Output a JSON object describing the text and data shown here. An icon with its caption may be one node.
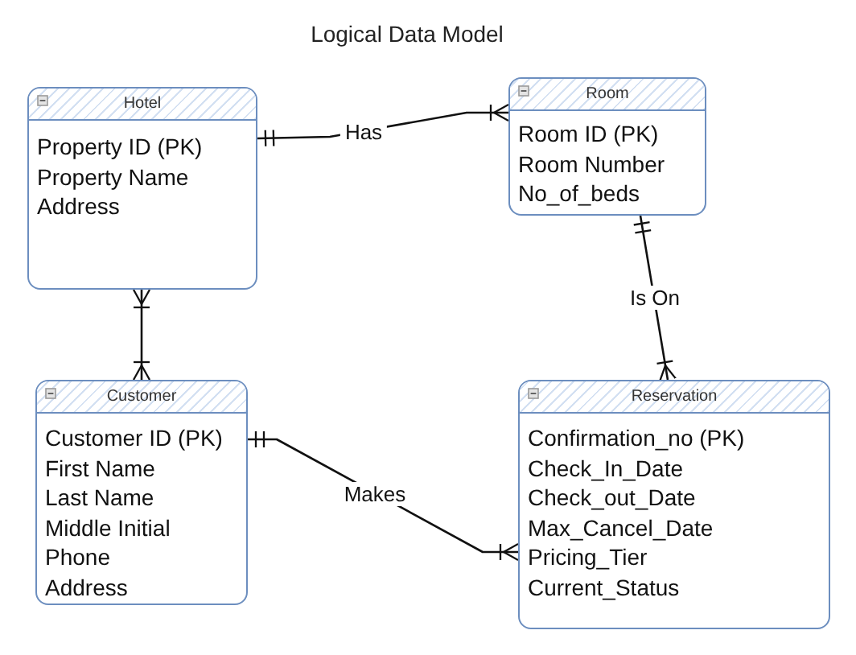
{
  "diagram": {
    "title": "Logical Data Model",
    "nodes": [
      {
        "text": [
          "Hotel",
          "Property ID (PK)",
          "Property Name",
          "Address"
        ]
      },
      {
        "text": [
          "Room",
          "Room ID (PK)",
          "Room Number",
          "No_of_beds"
        ]
      },
      {
        "text": [
          "Customer",
          "Customer ID (PK)",
          "First Name",
          "Last Name",
          "Middle Initial",
          "Phone",
          "Address"
        ]
      },
      {
        "text": [
          "Reservation",
          "Confirmation_no (PK)",
          "Check_In_Date",
          "Check_out_Date",
          "Max_Cancel_Date",
          "Pricing_Tier",
          "Current_Status"
        ]
      }
    ],
    "edges": [
      {
        "from": 0,
        "to": 1,
        "arrow": "other",
        "label": "Has"
      },
      {
        "from": 0,
        "to": 2,
        "arrow": "other"
      },
      {
        "from": 1,
        "to": 3,
        "arrow": "other",
        "label": "Is On"
      },
      {
        "from": 2,
        "to": 3,
        "arrow": "other",
        "label": "Makes"
      }
    ]
  }
}
